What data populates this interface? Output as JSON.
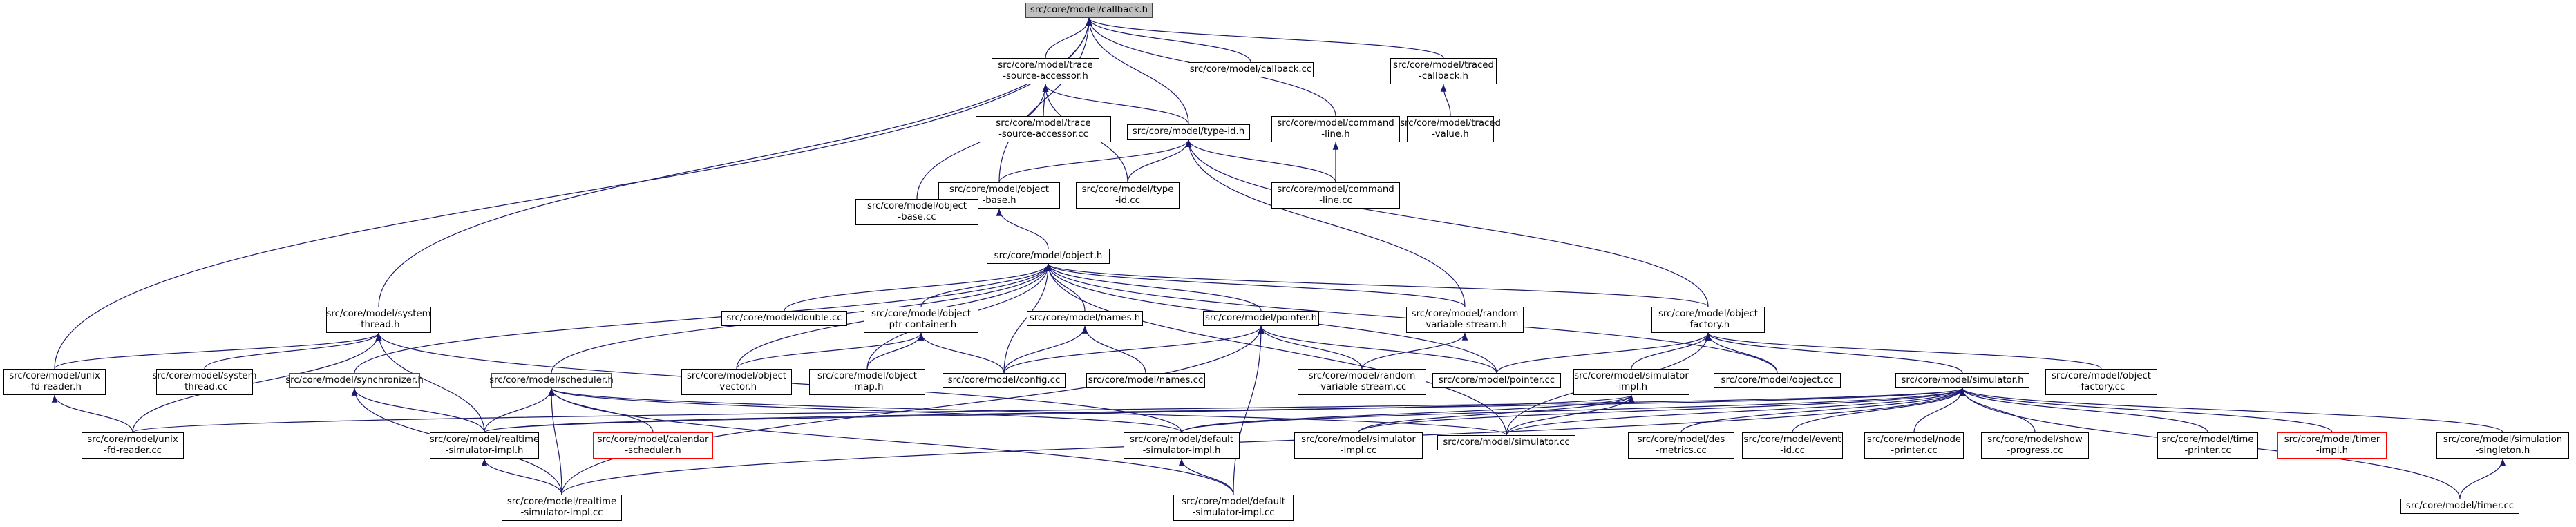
{
  "colors": {
    "root_fill": "#bfbfbf",
    "node_border": "#000000",
    "incomplete_border": "#ff0000",
    "edge": "#191970"
  },
  "nodes": {
    "callback_h": [
      "src/core/model/callback.h"
    ],
    "trace_accessor_h": [
      "src/core/model/trace",
      "-source-accessor.h"
    ],
    "callback_cc": [
      "src/core/model/callback.cc"
    ],
    "traced_callback_h": [
      "src/core/model/traced",
      "-callback.h"
    ],
    "trace_accessor_cc": [
      "src/core/model/trace",
      "-source-accessor.cc"
    ],
    "type_id_h": [
      "src/core/model/type-id.h"
    ],
    "command_line_h": [
      "src/core/model/command",
      "-line.h"
    ],
    "traced_value_h": [
      "src/core/model/traced",
      "-value.h"
    ],
    "object_base_h": [
      "src/core/model/object",
      "-base.h"
    ],
    "type_id_cc": [
      "src/core/model/type",
      "-id.cc"
    ],
    "command_line_cc": [
      "src/core/model/command",
      "-line.cc"
    ],
    "object_base_cc": [
      "src/core/model/object",
      "-base.cc"
    ],
    "object_h": [
      "src/core/model/object.h"
    ],
    "system_thread_h": [
      "src/core/model/system",
      "-thread.h"
    ],
    "double_cc": [
      "src/core/model/double.cc"
    ],
    "ptr_container_h": [
      "src/core/model/object",
      "-ptr-container.h"
    ],
    "names_h": [
      "src/core/model/names.h"
    ],
    "pointer_h": [
      "src/core/model/pointer.h"
    ],
    "random_stream_h": [
      "src/core/model/random",
      "-variable-stream.h"
    ],
    "object_factory_h": [
      "src/core/model/object",
      "-factory.h"
    ],
    "unix_fd_reader_h": [
      "src/core/model/unix",
      "-fd-reader.h"
    ],
    "system_thread_cc": [
      "src/core/model/system",
      "-thread.cc"
    ],
    "synchronizer_h": [
      "src/core/model/synchronizer.h"
    ],
    "scheduler_h": [
      "src/core/model/scheduler.h"
    ],
    "object_vector_h": [
      "src/core/model/object",
      "-vector.h"
    ],
    "object_map_h": [
      "src/core/model/object",
      "-map.h"
    ],
    "config_cc": [
      "src/core/model/config.cc"
    ],
    "names_cc": [
      "src/core/model/names.cc"
    ],
    "random_stream_cc": [
      "src/core/model/random",
      "-variable-stream.cc"
    ],
    "pointer_cc": [
      "src/core/model/pointer.cc"
    ],
    "simulator_impl_h": [
      "src/core/model/simulator",
      "-impl.h"
    ],
    "object_cc": [
      "src/core/model/object.cc"
    ],
    "simulator_h": [
      "src/core/model/simulator.h"
    ],
    "object_factory_cc": [
      "src/core/model/object",
      "-factory.cc"
    ],
    "unix_fd_reader_cc": [
      "src/core/model/unix",
      "-fd-reader.cc"
    ],
    "realtime_impl_h": [
      "src/core/model/realtime",
      "-simulator-impl.h"
    ],
    "calendar_scheduler_h": [
      "src/core/model/calendar",
      "-scheduler.h"
    ],
    "default_impl_h": [
      "src/core/model/default",
      "-simulator-impl.h"
    ],
    "simulator_impl_cc": [
      "src/core/model/simulator",
      "-impl.cc"
    ],
    "simulator_cc": [
      "src/core/model/simulator.cc"
    ],
    "des_metrics_cc": [
      "src/core/model/des",
      "-metrics.cc"
    ],
    "event_id_cc": [
      "src/core/model/event",
      "-id.cc"
    ],
    "node_printer_cc": [
      "src/core/model/node",
      "-printer.cc"
    ],
    "show_progress_cc": [
      "src/core/model/show",
      "-progress.cc"
    ],
    "time_printer_cc": [
      "src/core/model/time",
      "-printer.cc"
    ],
    "timer_impl_h": [
      "src/core/model/timer",
      "-impl.h"
    ],
    "simulation_singleton_h": [
      "src/core/model/simulation",
      "-singleton.h"
    ],
    "realtime_impl_cc": [
      "src/core/model/realtime",
      "-simulator-impl.cc"
    ],
    "default_impl_cc": [
      "src/core/model/default",
      "-simulator-impl.cc"
    ],
    "timer_cc": [
      "src/core/model/timer.cc"
    ]
  }
}
